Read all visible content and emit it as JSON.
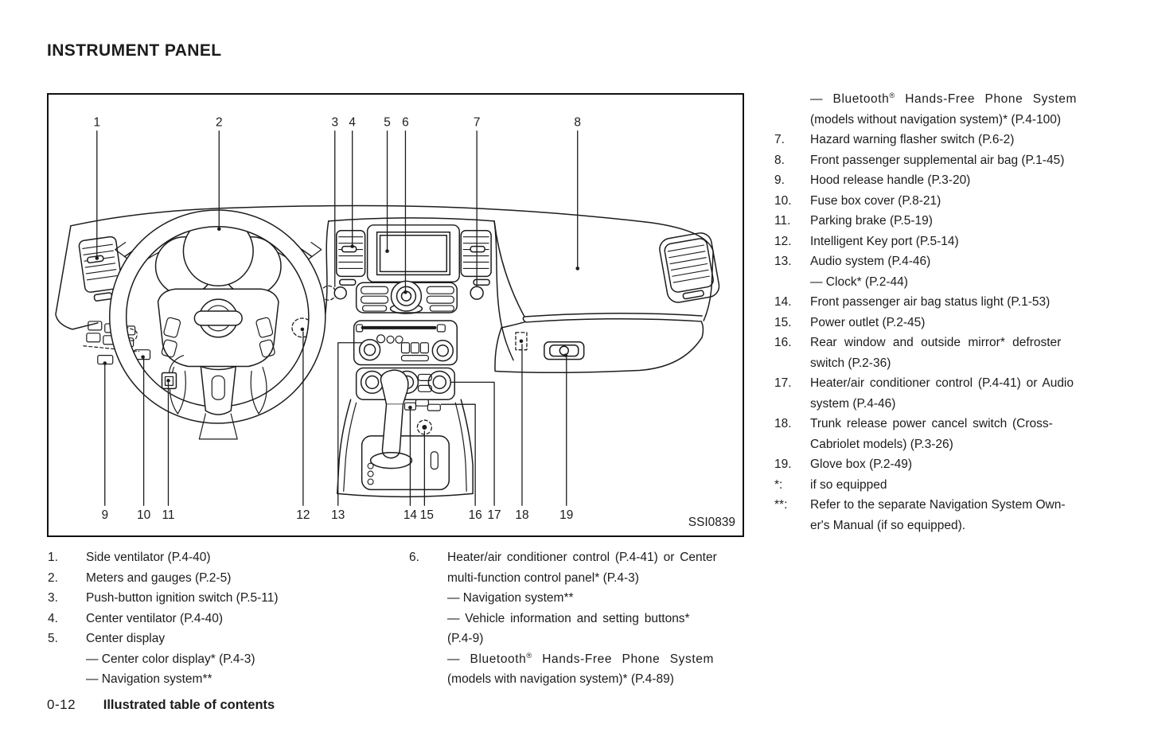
{
  "page": {
    "title": "INSTRUMENT PANEL",
    "footer_page": "0-12",
    "footer_section": "Illustrated table of contents"
  },
  "diagram": {
    "figure_code": "SSI0839",
    "callouts_top": [
      "1",
      "2",
      "3",
      "4",
      "5",
      "6",
      "7",
      "8"
    ],
    "callouts_bottom": [
      "9",
      "10",
      "11",
      "12",
      "13",
      "14",
      "15",
      "16",
      "17",
      "18",
      "19"
    ]
  },
  "lists": {
    "left": [
      {
        "num": "1.",
        "text": "Side ventilator (P.4-40)"
      },
      {
        "num": "2.",
        "text": "Meters and gauges (P.2-5)"
      },
      {
        "num": "3.",
        "text": "Push-button ignition switch (P.5-11)"
      },
      {
        "num": "4.",
        "text": "Center ventilator (P.4-40)"
      },
      {
        "num": "5.",
        "text": "Center display"
      },
      {
        "num": "",
        "text": "— Center color display* (P.4-3)"
      },
      {
        "num": "",
        "text": "— Navigation system**"
      }
    ],
    "middle": [
      {
        "num": "6.",
        "text": "Heater/air conditioner control (P.4-41) or Center\nmulti-function control panel* (P.4-3)"
      },
      {
        "num": "",
        "text": "— Navigation system**"
      },
      {
        "num": "",
        "text": "— Vehicle information and setting buttons*\n(P.4-9)"
      },
      {
        "num": "",
        "pre": "— Bluetooth",
        "sup": "®",
        "text": " Hands-Free Phone System\n(models with navigation system)* (P.4-89)"
      }
    ],
    "right": [
      {
        "num": "",
        "pre": "— Bluetooth",
        "sup": "®",
        "text": " Hands-Free Phone System\n(models without navigation system)* (P.4-100)"
      },
      {
        "num": "7.",
        "text": "Hazard warning flasher switch (P.6-2)"
      },
      {
        "num": "8.",
        "text": "Front passenger supplemental air bag (P.1-45)"
      },
      {
        "num": "9.",
        "text": "Hood release handle (P.3-20)"
      },
      {
        "num": "10.",
        "text": "Fuse box cover (P.8-21)"
      },
      {
        "num": "11.",
        "text": "Parking brake (P.5-19)"
      },
      {
        "num": "12.",
        "text": "Intelligent Key port (P.5-14)"
      },
      {
        "num": "13.",
        "text": "Audio system (P.4-46)"
      },
      {
        "num": "",
        "text": "— Clock* (P.2-44)"
      },
      {
        "num": "14.",
        "text": "Front passenger air bag status light (P.1-53)"
      },
      {
        "num": "15.",
        "text": "Power outlet (P.2-45)"
      },
      {
        "num": "16.",
        "text": "Rear window and outside mirror* defroster\nswitch (P.2-36)"
      },
      {
        "num": "17.",
        "text": "Heater/air conditioner control (P.4-41) or Audio\nsystem (P.4-46)"
      },
      {
        "num": "18.",
        "text": "Trunk release power cancel switch (Cross-\nCabriolet models) (P.3-26)"
      },
      {
        "num": "19.",
        "text": "Glove box (P.2-49)"
      },
      {
        "num": "*:",
        "text": "if so equipped"
      },
      {
        "num": "**:",
        "text": "Refer to the separate Navigation System Own-\ner's Manual (if so equipped)."
      }
    ]
  }
}
